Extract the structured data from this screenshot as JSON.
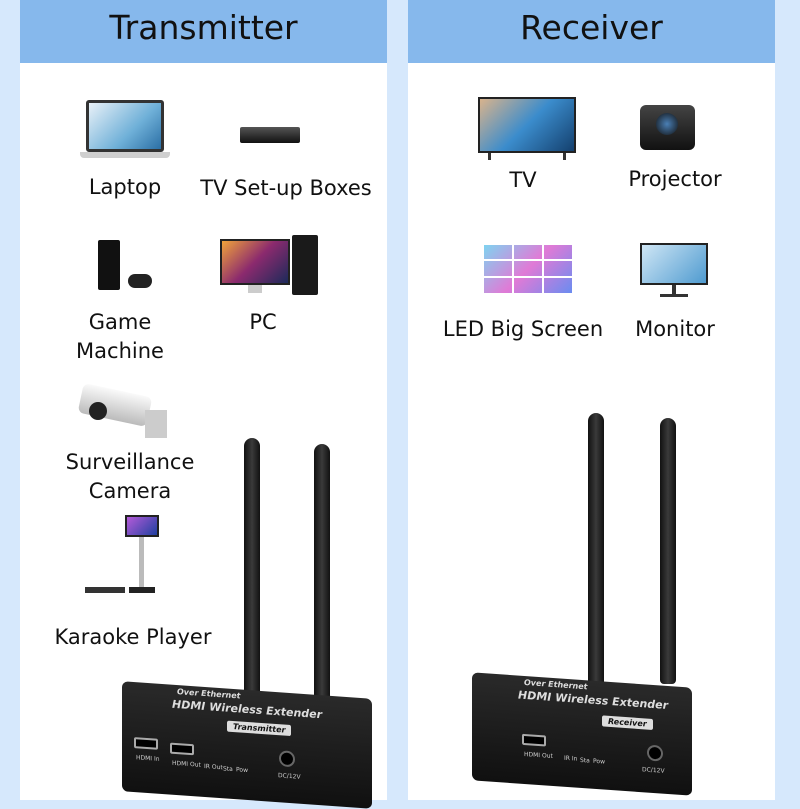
{
  "transmitter": {
    "title": "Transmitter",
    "sources": [
      "Laptop",
      "TV Set-up Boxes",
      "Game Machine",
      "PC",
      "Surveillance Camera",
      "Karaoke Player"
    ],
    "device": {
      "line1": "Over Ethernet",
      "line2": "HDMI Wireless Extender",
      "tag": "Transmitter",
      "ports": [
        "HDMI In",
        "HDMI Out",
        "IR Out",
        "Sta",
        "Pow",
        "DC/12V"
      ]
    }
  },
  "receiver": {
    "title": "Receiver",
    "displays": [
      "TV",
      "Projector",
      "LED Big Screen",
      "Monitor"
    ],
    "device": {
      "line1": "Over Ethernet",
      "line2": "HDMI Wireless Extender",
      "tag": "Receiver",
      "ports": [
        "HDMI Out",
        "IR In",
        "Sta",
        "Pow",
        "DC/12V"
      ]
    }
  }
}
